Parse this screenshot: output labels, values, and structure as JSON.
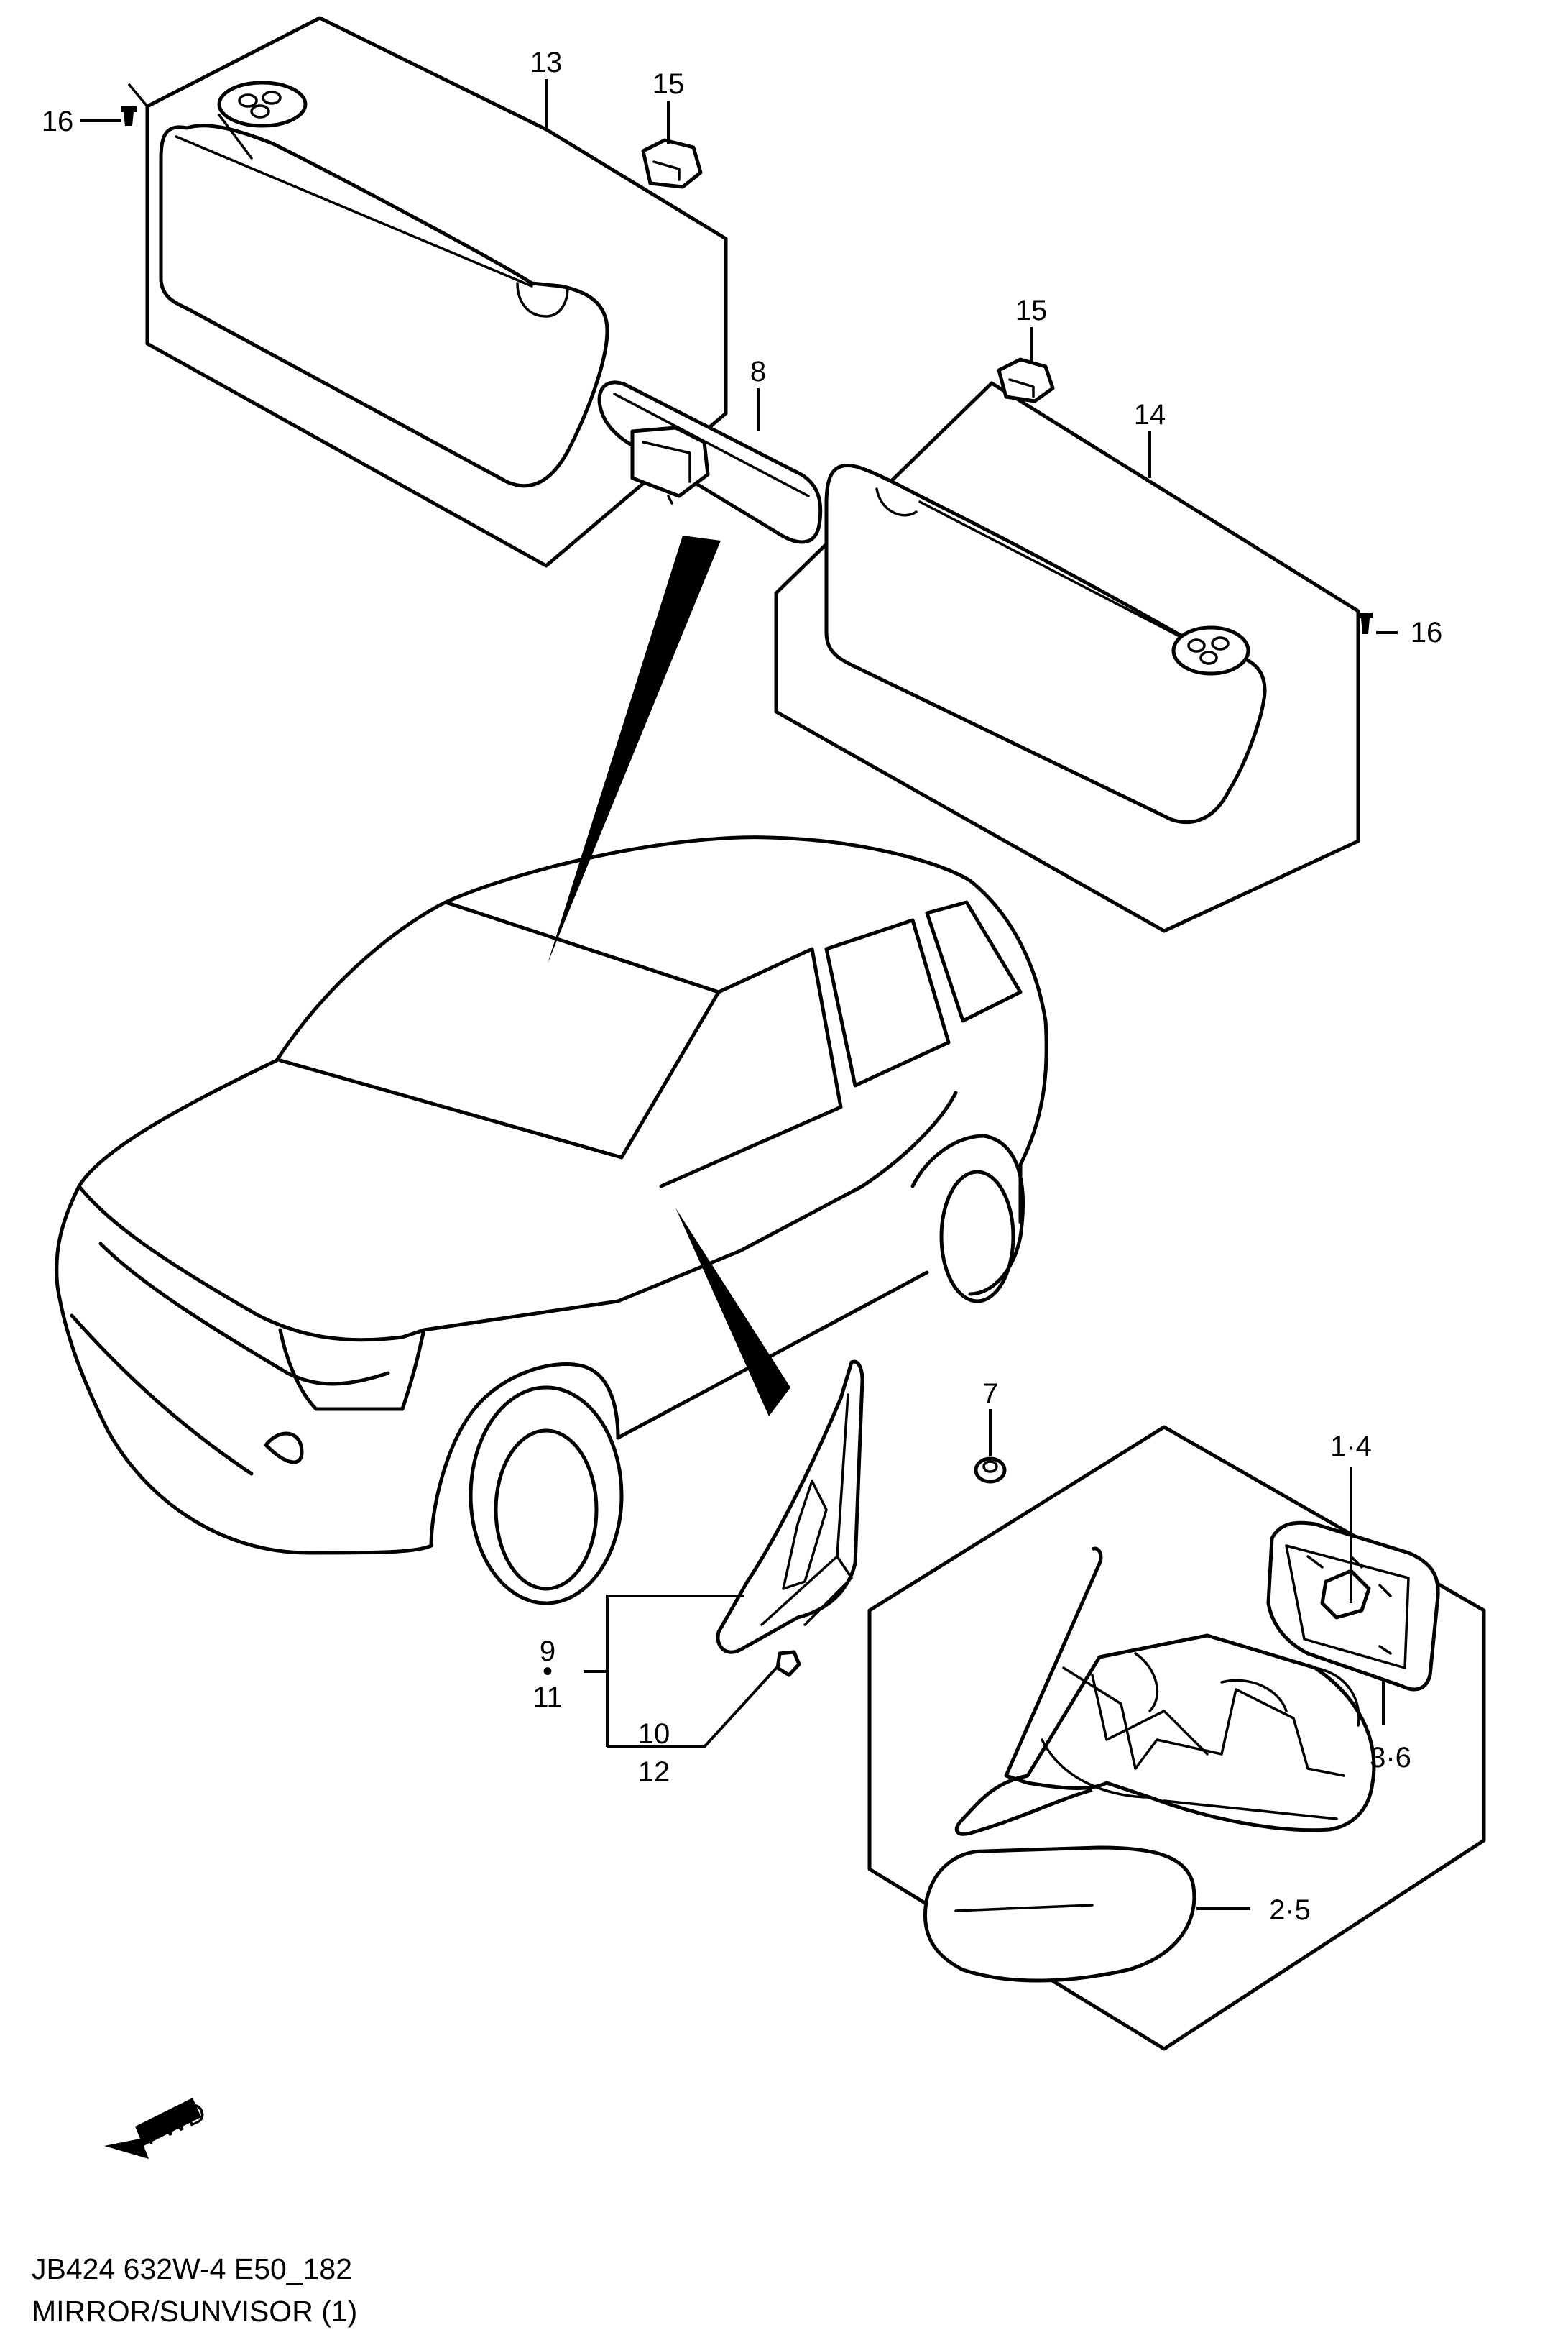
{
  "diagram": {
    "callouts": {
      "c13": "13",
      "c15a": "15",
      "c16a": "16",
      "c8": "8",
      "c15b": "15",
      "c14": "14",
      "c16b": "16",
      "c7": "7",
      "c14b": "1·4",
      "c9": "9",
      "c9dot": "•",
      "c11": "11",
      "c10": "10",
      "c12": "12",
      "c36": "3·6",
      "c25": "2·5"
    },
    "fwd_label": "FWD"
  },
  "footer": {
    "code": "JB424 632W-4 E50_182",
    "title": "MIRROR/SUNVISOR (1)"
  }
}
